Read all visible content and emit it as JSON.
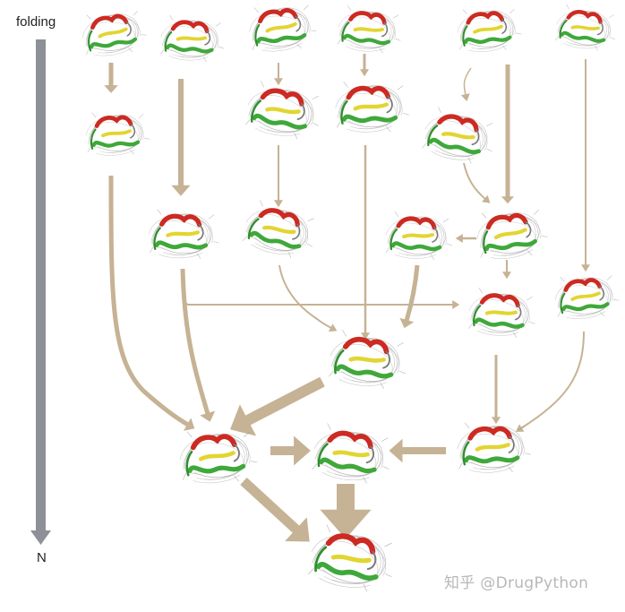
{
  "axis": {
    "top_label": "folding",
    "bottom_label": "N"
  },
  "watermark": "知乎 @DrugPython",
  "colors": {
    "axis_arrow": "#8e9097",
    "flow_arrow": "#c6b294",
    "helix": "#cc2a22",
    "strand": "#e2d531",
    "sheet": "#3fa83a",
    "coil": "#9a9a9a"
  },
  "icons": [
    "protein-structure-icon",
    "flow-arrow-icon",
    "down-arrow-icon"
  ]
}
